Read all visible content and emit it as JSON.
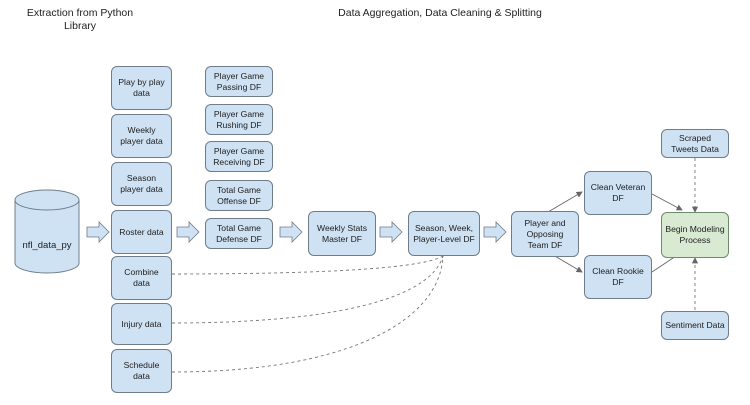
{
  "headers": {
    "extraction": "Extraction from Python Library",
    "aggregation": "Data Aggregation, Data Cleaning & Splitting"
  },
  "source": {
    "label": "nfl_data_py"
  },
  "library_datasets": [
    "Play by play data",
    "Weekly player data",
    "Season player data",
    "Roster data",
    "Combine data",
    "Injury data",
    "Schedule data"
  ],
  "game_dataframes": [
    "Player Game Passing DF",
    "Player Game Rushing DF",
    "Player Game Receiving DF",
    "Total Game Offense DF",
    "Total Game Defense DF"
  ],
  "weekly_master": "Weekly Stats Master DF",
  "season_week_df": "Season, Week, Player-Level DF",
  "player_team_df": "Player and Opposing Team DF",
  "clean_veteran": "Clean Veteran DF",
  "clean_rookie": "Clean Rookie DF",
  "scraped_tweets": "Scraped Tweets Data",
  "sentiment": "Sentiment Data",
  "modeling": "Begin Modeling Process",
  "colors": {
    "box_fill": "#cfe2f3",
    "box_border": "#6f7d8a",
    "model_fill": "#d9ead3",
    "arrow": "#666666"
  }
}
